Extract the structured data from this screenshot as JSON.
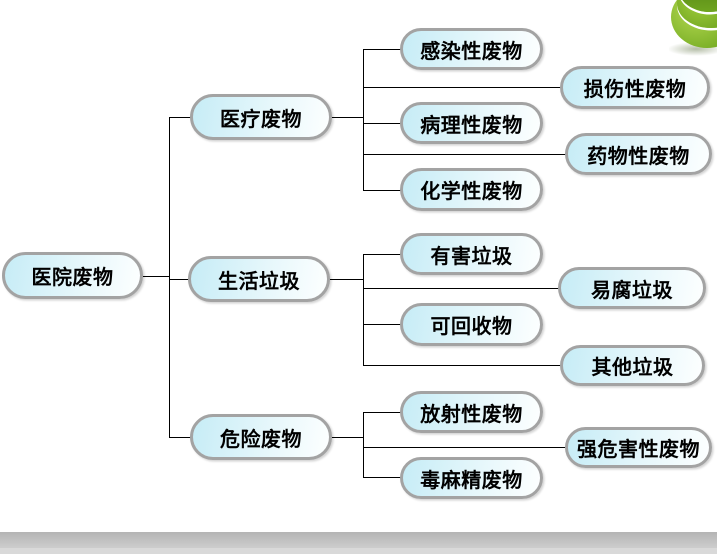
{
  "tree": {
    "label": "医院废物",
    "children": [
      {
        "label": "医疗废物",
        "children": [
          {
            "label": "感染性废物"
          },
          {
            "label": "损伤性废物"
          },
          {
            "label": "病理性废物"
          },
          {
            "label": "药物性废物"
          },
          {
            "label": "化学性废物"
          }
        ]
      },
      {
        "label": "生活垃圾",
        "children": [
          {
            "label": "有害垃圾"
          },
          {
            "label": "易腐垃圾"
          },
          {
            "label": "可回收物"
          },
          {
            "label": "其他垃圾"
          }
        ]
      },
      {
        "label": "危险废物",
        "children": [
          {
            "label": "放射性废物"
          },
          {
            "label": "强危害性废物"
          },
          {
            "label": "毒麻精废物"
          }
        ]
      }
    ]
  },
  "colors": {
    "node_fill_left": "#c6ecf6",
    "node_fill_right": "#fdffff",
    "node_border": "#a3a3a3",
    "connector": "#000000",
    "background": "#ffffff",
    "footer_bar": "#c2c2c2",
    "footer_strip": "#d9d9d9",
    "decoration_green": "#7fb32a"
  }
}
